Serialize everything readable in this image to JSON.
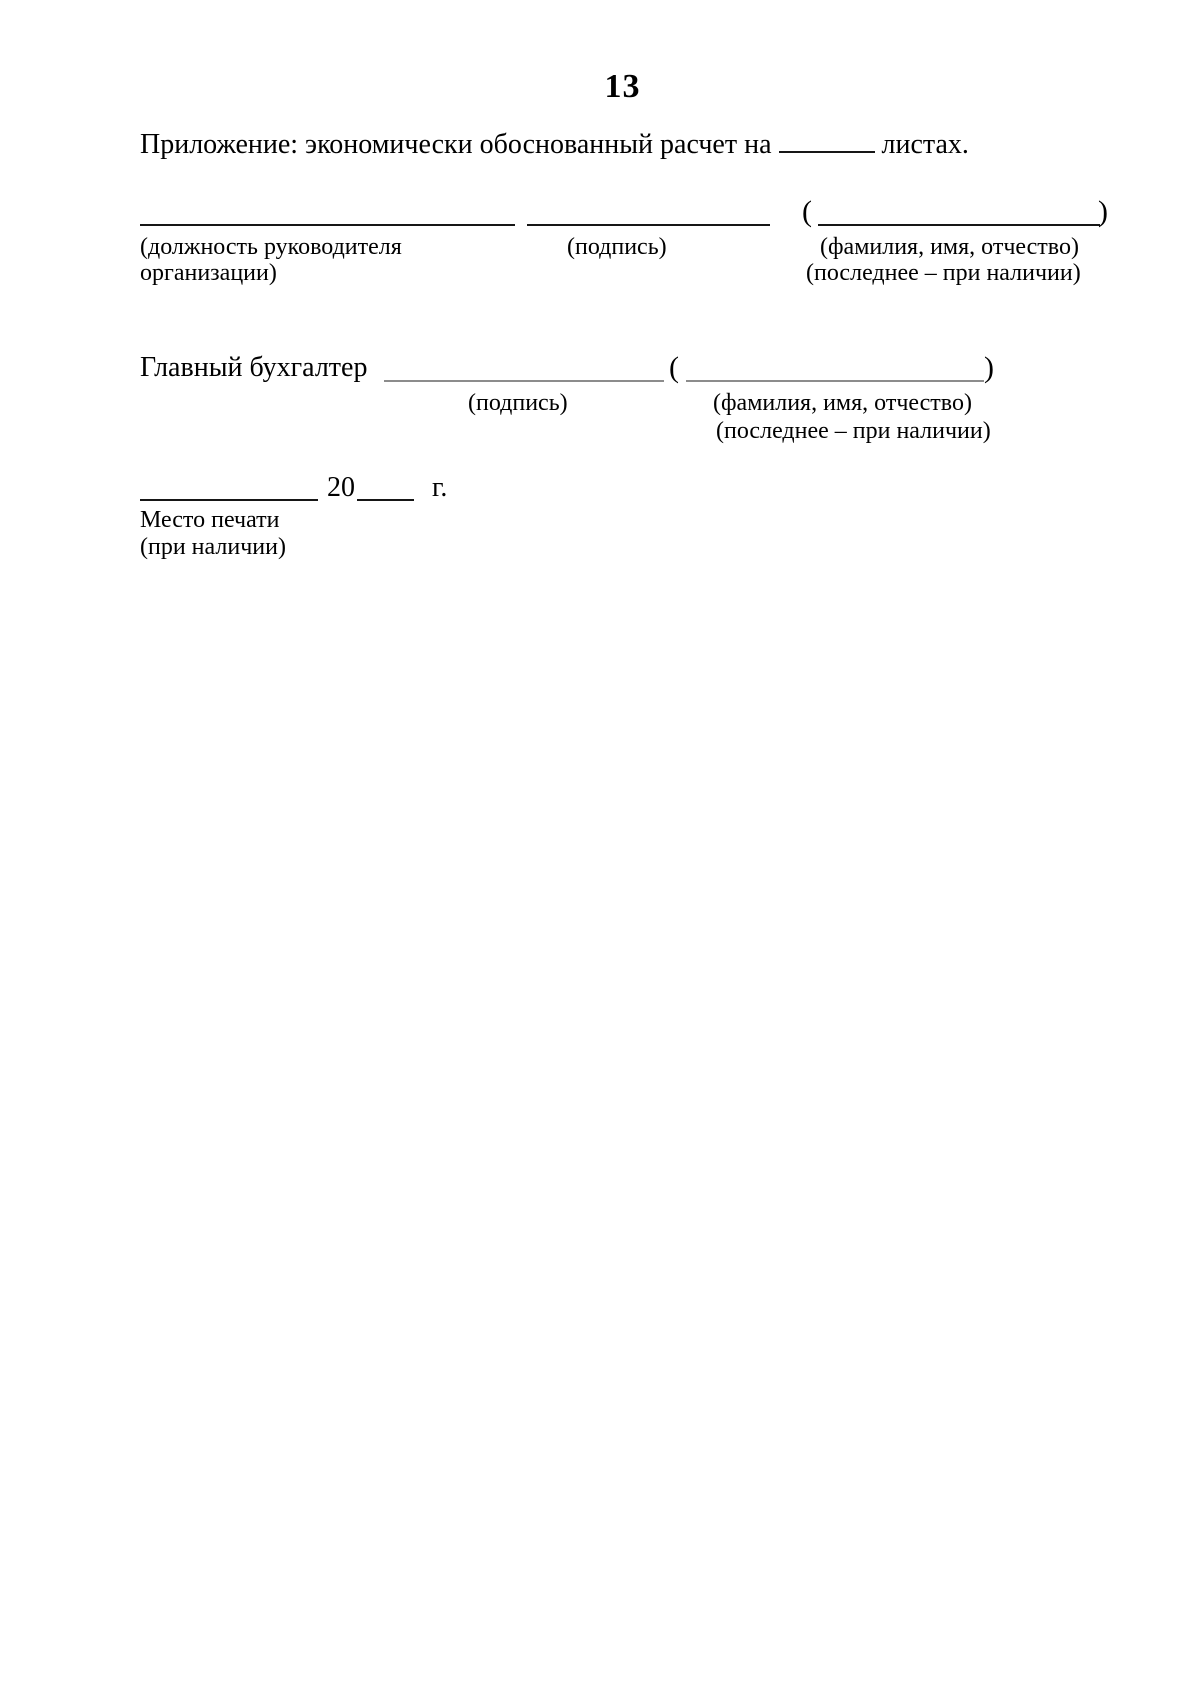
{
  "page": {
    "number": "13",
    "attachment_line": {
      "prefix": "Приложение: экономически обоснованный расчет на",
      "suffix": "листах."
    },
    "director_block": {
      "open_paren": "(",
      "close_paren": ")",
      "labels": {
        "position_line1": "(должность руководителя",
        "position_line2": "организации)",
        "signature": "(подпись)",
        "full_name": "(фамилия, имя, отчество)",
        "full_name_note": "(последнее – при наличии)"
      }
    },
    "accountant_block": {
      "title": "Главный бухгалтер",
      "open_paren": "(",
      "close_paren": ")",
      "labels": {
        "signature": "(подпись)",
        "full_name": "(фамилия, имя, отчество)",
        "full_name_note": "(последнее – при наличии)"
      }
    },
    "date_block": {
      "century_prefix": "20",
      "year_suffix": "г.",
      "stamp_line1": "Место печати",
      "stamp_line2": "(при наличии)"
    }
  }
}
